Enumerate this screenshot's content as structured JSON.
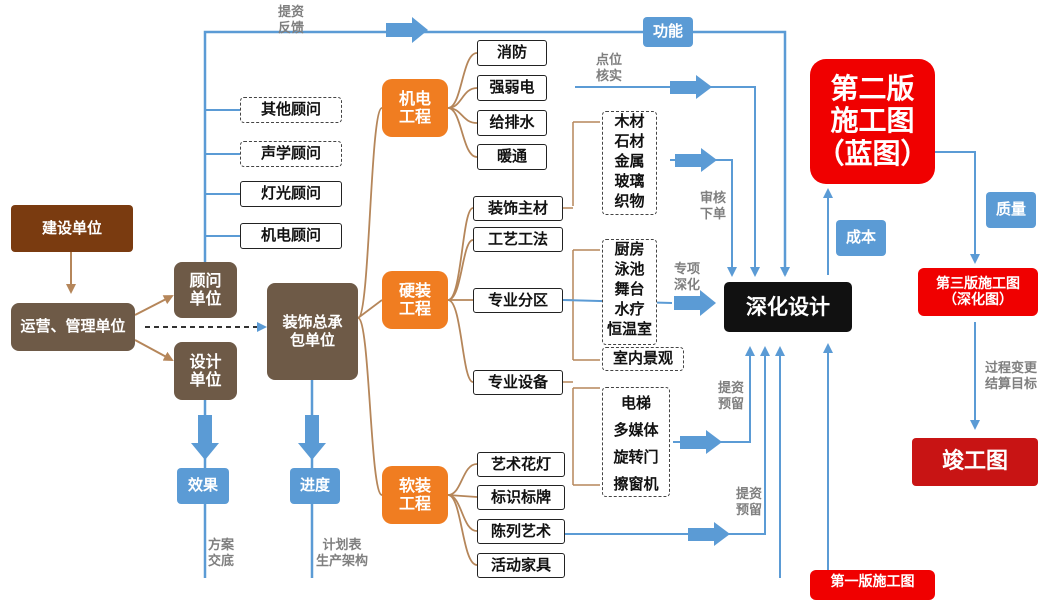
{
  "nodes": {
    "jianshe": "建设单位",
    "yunying": "运营、管理单位",
    "guwen": "顾问\n单位",
    "sheji": "设计\n单位",
    "zhuangshi": "装饰总承\n包单位",
    "qita": "其他顾问",
    "shengxue": "声学顾问",
    "dengguang": "灯光顾问",
    "jidian_gw": "机电顾问",
    "jidian": "机电\n工程",
    "yingzhuang": "硬装\n工程",
    "ruanzhuang": "软装\n工程",
    "xiaofang": "消防",
    "qiangruodian": "强弱电",
    "jipaishui": "给排水",
    "nuantong": "暖通",
    "zhucai": "装饰主材",
    "gongyi": "工艺工法",
    "fenqu": "专业分区",
    "shebei": "专业设备",
    "yishu": "艺术花灯",
    "biaoshi": "标识标牌",
    "chenlie": "陈列艺术",
    "jiaju": "活动家具",
    "shinei": "室内景观",
    "shenhua": "深化设计",
    "gongneng": "功能",
    "xiaoguo": "效果",
    "jindu": "进度",
    "chengben": "成本",
    "zhiliang": "质量",
    "ban2": "第二版\n施工图\n（蓝图）",
    "ban3": "第三版施工图\n（深化图）",
    "jungong": "竣工图",
    "ban1_partial": "第一版施工图"
  },
  "materials": [
    "木材",
    "石材",
    "金属",
    "玻璃",
    "织物"
  ],
  "zones": [
    "厨房",
    "泳池",
    "舞台",
    "水疗",
    "恒温室"
  ],
  "equipment": [
    "电梯",
    "多媒体",
    "旋转门",
    "擦窗机"
  ],
  "labels": {
    "tizi_fankui": "提资\n反馈",
    "dianwei": "点位\n核实",
    "shenhe": "审核\n下单",
    "zhuanxiang": "专项\n深化",
    "tizi_yuliu1": "提资\n预留",
    "tizi_yuliu2": "提资\n预留",
    "fangan": "方案\n交底",
    "jihua": "计划表\n生产架构",
    "guocheng": "过程变更\n结算目标"
  },
  "colors": {
    "line_blue": "#5b9bd5",
    "arrow_blue": "#5b9bd5",
    "line_brown": "#b5865a",
    "node_orange": "#f07d21",
    "node_red": "#f00000"
  }
}
